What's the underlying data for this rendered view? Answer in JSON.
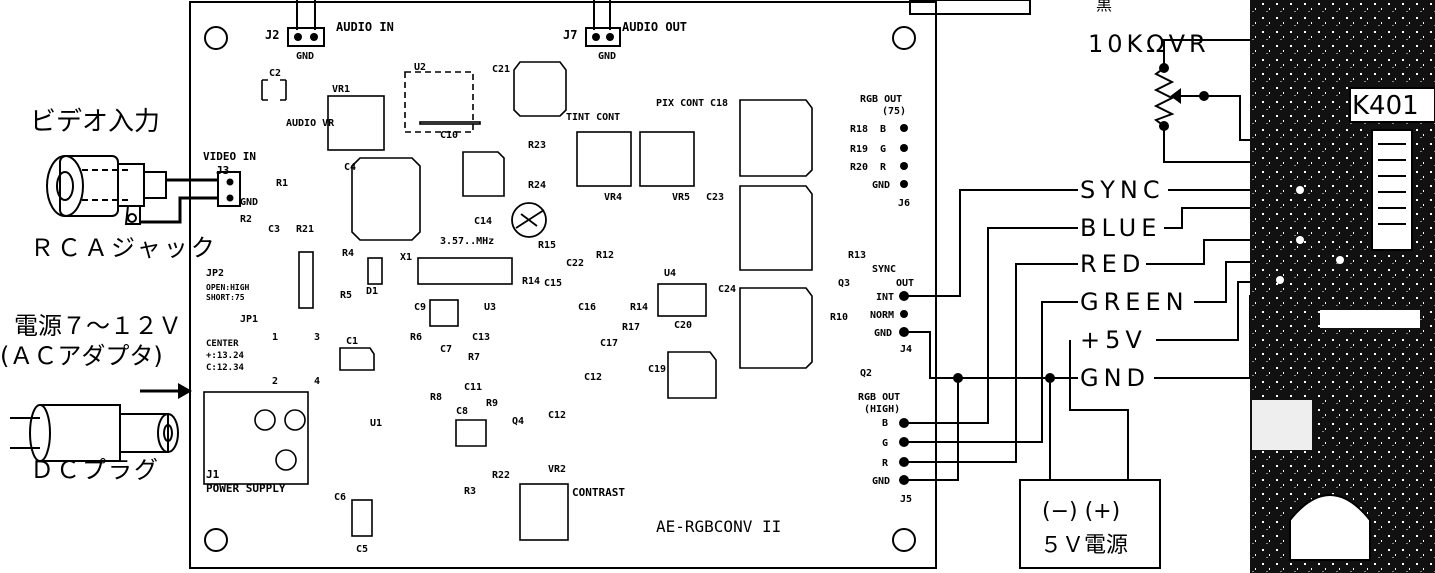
{
  "left_labels": {
    "video_input": "ビデオ入力",
    "rca_jack": "ＲＣＡジャック",
    "power": "電源７～１２Ｖ",
    "adapter": "(ＡＣアダプタ)",
    "dc_plug": "ＤＣプラグ"
  },
  "board": {
    "j2": "J2",
    "audio_in": "AUDIO IN",
    "gnd1": "GND",
    "j7": "J7",
    "audio_out": "AUDIO OUT",
    "gnd2": "GND",
    "c2": "C2",
    "vr1": "VR1",
    "audio_vr": "AUDIO VR",
    "u2": "U2",
    "c21": "C21",
    "c10": "C10",
    "tint_cont": "TINT CONT",
    "pix_cont": "PIX CONT",
    "c18": "C18",
    "rgb_out_75": "RGB OUT",
    "r75": "(75)",
    "r18": "R18",
    "r19": "R19",
    "r20": "R20",
    "b": "B",
    "g": "G",
    "r": "R",
    "gnd": "GND",
    "j6": "J6",
    "video_in": "VIDEO IN",
    "j3": "J3",
    "r1": "R1",
    "gnd3": "GND",
    "c4": "C4",
    "r23": "R23",
    "r24": "R24",
    "vr4": "VR4",
    "vr5": "VR5",
    "c23": "C23",
    "c14": "C14",
    "xtal": "3.57..MHz",
    "r2": "R2",
    "c3": "C3",
    "r21": "R21",
    "r4": "R4",
    "d1": "D1",
    "r5": "R5",
    "x1": "X1",
    "r15": "R15",
    "c22": "C22",
    "r12": "R12",
    "r14": "R14",
    "c15": "C15",
    "u4": "U4",
    "c24": "C24",
    "r13": "R13",
    "sync": "SYNC",
    "out": "OUT",
    "q3": "Q3",
    "int": "INT",
    "norm": "NORM",
    "gnd4": "GND",
    "j4": "J4",
    "q2": "Q2",
    "r10": "R10",
    "jp2": "JP2",
    "open_high": "OPEN:HIGH",
    "short_75": "SHORT:75",
    "jp1": "JP1",
    "center": "CENTER",
    "v1324": "+:13.24",
    "v1234": "C:12.34",
    "n1": "1",
    "n2": "2",
    "n3": "3",
    "n4": "4",
    "c1": "C1",
    "c9": "C9",
    "u3": "U3",
    "c16": "C16",
    "r14b": "R14",
    "r17": "R17",
    "c20": "C20",
    "r6": "R6",
    "c7": "C7",
    "c13": "C13",
    "r7": "R7",
    "c11": "C11",
    "c17": "C17",
    "c19": "C19",
    "r8": "R8",
    "c12": "C12",
    "c8": "C8",
    "r9": "R9",
    "q4": "Q4",
    "u1": "U1",
    "c12b": "C12",
    "j1": "J1",
    "power_supply": "POWER SUPPLY",
    "rgb_out_high": "RGB OUT",
    "high": "(HIGH)",
    "j5": "J5",
    "r22": "R22",
    "vr2": "VR2",
    "contrast": "CONTRAST",
    "r3": "R3",
    "c5": "C5",
    "c6": "C6",
    "model": "AE-RGBCONV II"
  },
  "signals": [
    "SYNC",
    "BLUE",
    "RED",
    "GREEN",
    "+5V",
    "GND"
  ],
  "supply": {
    "polarity": "(−) (+)",
    "label": "５Ｖ電源"
  },
  "vr_label": "10KΩVR",
  "connector_label": "K401",
  "top_mark": "黒"
}
